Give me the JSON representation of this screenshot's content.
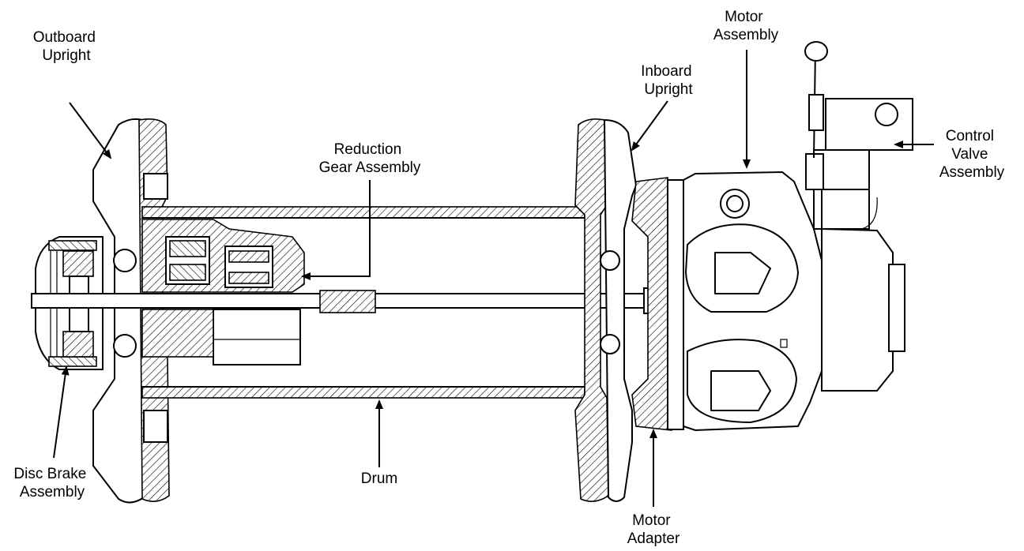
{
  "labels": {
    "outboard_upright": [
      "Outboard",
      "Upright"
    ],
    "reduction_gear": [
      "Reduction",
      "Gear Assembly"
    ],
    "inboard_upright": [
      "Inboard",
      "Upright"
    ],
    "motor_assembly": [
      "Motor",
      "Assembly"
    ],
    "control_valve": [
      "Control",
      "Valve",
      "Assembly"
    ],
    "disc_brake": [
      "Disc Brake",
      "Assembly"
    ],
    "drum": [
      "Drum"
    ],
    "motor_adapter": [
      "Motor",
      "Adapter"
    ]
  }
}
